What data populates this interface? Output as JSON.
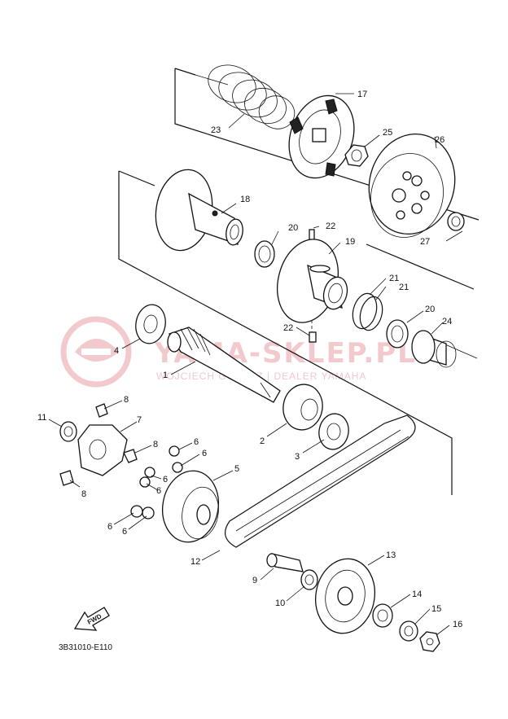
{
  "diagram_code": "3B31010-E110",
  "fwd_label": "FWD",
  "watermark": {
    "brand": "YAMA-SKLEP.PL",
    "dealer": "WOJCIECH GOWICZ | DEALER YAMAHA"
  },
  "callouts": {
    "c1": "1",
    "c2": "2",
    "c3": "3",
    "c4": "4",
    "c5": "5",
    "c6a": "6",
    "c6b": "6",
    "c6c": "6",
    "c6d": "6",
    "c6e": "6",
    "c6f": "6",
    "c7": "7",
    "c8a": "8",
    "c8b": "8",
    "c8c": "8",
    "c9": "9",
    "c10": "10",
    "c11": "11",
    "c12": "12",
    "c13": "13",
    "c14": "14",
    "c15": "15",
    "c16": "16",
    "c17": "17",
    "c18": "18",
    "c19": "19",
    "c20a": "20",
    "c20b": "20",
    "c21a": "21",
    "c21b": "21",
    "c22a": "22",
    "c22b": "22",
    "c23": "23",
    "c24": "24",
    "c25": "25",
    "c26": "26",
    "c27": "27"
  }
}
